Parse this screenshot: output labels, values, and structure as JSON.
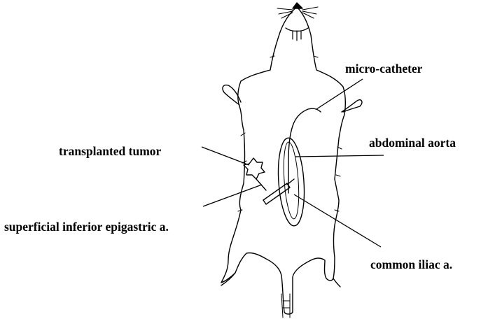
{
  "labels": {
    "micro_catheter": "micro-catheter",
    "abdominal_aorta": "abdominal aorta",
    "transplanted_tumor": "transplanted tumor",
    "superficial_inferior_epigastric": "superficial inferior epigastric a.",
    "common_iliac": "common iliac a."
  },
  "colors": {
    "line": "#000000",
    "background": "#ffffff"
  }
}
